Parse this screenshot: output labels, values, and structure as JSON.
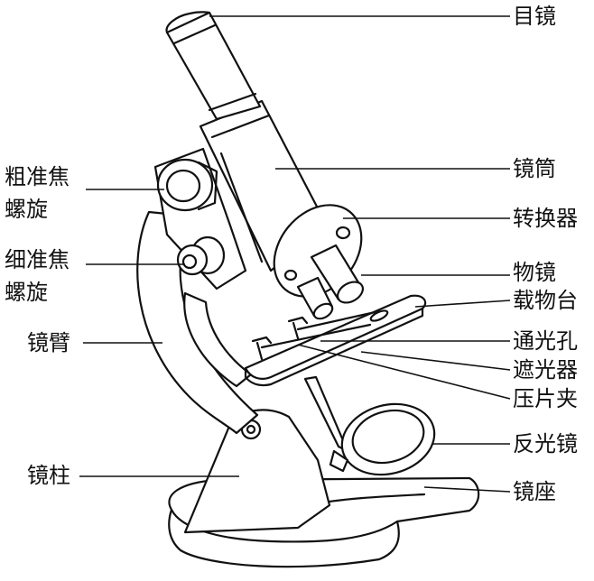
{
  "labels": {
    "eyepiece": "目镜",
    "tube": "镜筒",
    "nosepiece": "转换器",
    "objective": "物镜",
    "stage": "载物台",
    "aperture": "通光孔",
    "diaphragm": "遮光器",
    "clip": "压片夹",
    "mirror": "反光镜",
    "base": "镜座",
    "coarse_focus": "粗准焦螺旋",
    "fine_focus": "细准焦螺旋",
    "arm": "镜臂",
    "pillar": "镜柱"
  }
}
